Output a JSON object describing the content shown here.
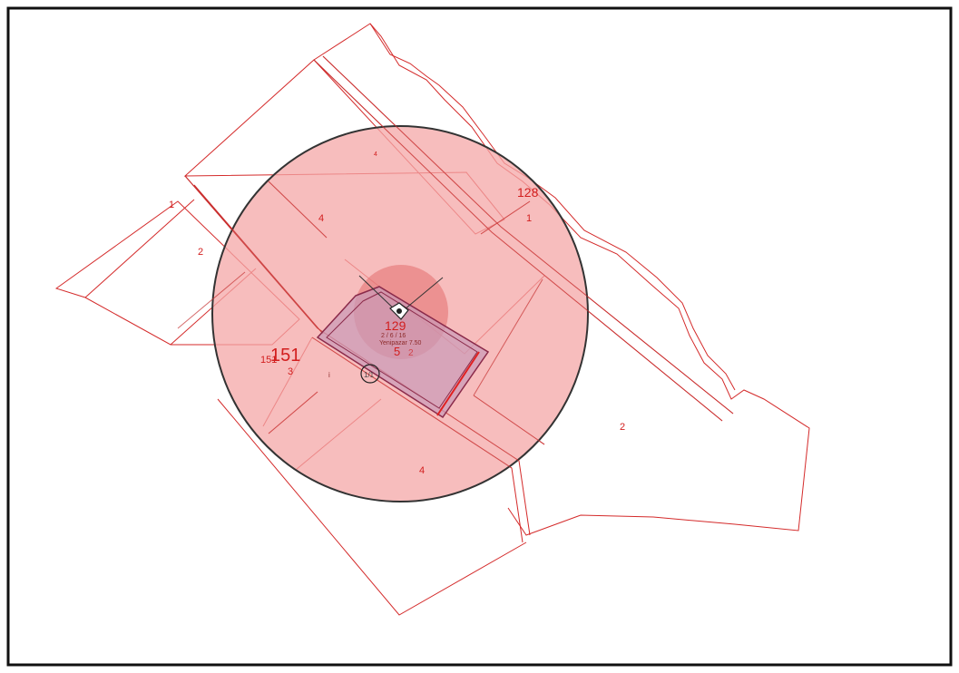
{
  "map": {
    "labels": {
      "parcel_128": "128",
      "parcel_129": "129",
      "parcel_151_big": "151",
      "parcel_151_small": "151",
      "sub_1_top_left": "1",
      "sub_2_left": "2",
      "sub_4_top": "4",
      "sub_4_upper_center": "4",
      "sub_1_right": "1",
      "sub_3_left": "3",
      "sub_4_bottom": "4",
      "sub_2_right": "2",
      "sub_5_center": "5",
      "center_code": "2",
      "center_text_line1": "2 / 6 / 16",
      "center_text_line2": "Yenipazar 7.50",
      "marker_text": "1/1",
      "tick_i": "i"
    },
    "colors": {
      "parcel_line": "#d42a2a",
      "buffer_fill": "#f4a7a7",
      "buffer_stroke": "#333333",
      "inner_fill": "#e57373",
      "building_fill": "#c99ab8",
      "frame": "#111111"
    },
    "icons": {
      "center_marker": "camera-icon",
      "survey_marker": "survey-point-icon"
    }
  }
}
